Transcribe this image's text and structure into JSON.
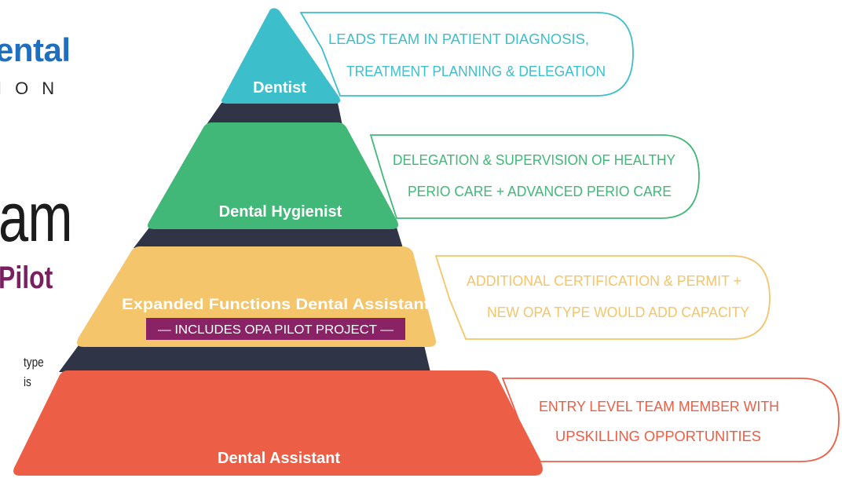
{
  "branding": {
    "logo_word": "ental",
    "logo_sub": "ION"
  },
  "left_panel": {
    "title_fragment": "am",
    "subtitle_fragment": "Pilot",
    "body_fragment_1": "type",
    "body_fragment_2": "is"
  },
  "pyramid": {
    "tiers": [
      {
        "label": "Dentist",
        "color": "#3dbfcb",
        "description_lines": [
          "LEADS TEAM IN PATIENT DIAGNOSIS,",
          "TREATMENT PLANNING & DELEGATION"
        ]
      },
      {
        "label": "Dental Hygienist",
        "color": "#41b877",
        "description_lines": [
          "DELEGATION & SUPERVISION OF HEALTHY",
          "PERIO CARE + ADVANCED PERIO CARE"
        ]
      },
      {
        "label": "Expanded Functions Dental Assistant",
        "color": "#f4c56a",
        "badge": "— INCLUDES OPA PILOT PROJECT —",
        "badge_color": "#8a2266",
        "description_lines": [
          "ADDITIONAL CERTIFICATION & PERMIT +",
          "NEW OPA TYPE WOULD ADD CAPACITY"
        ]
      },
      {
        "label": "Dental Assistant",
        "color": "#ec5e45",
        "description_lines": [
          "ENTRY LEVEL TEAM MEMBER WITH",
          "UPSKILLING OPPORTUNITIES"
        ]
      }
    ],
    "separator_color": "#2f3447"
  }
}
